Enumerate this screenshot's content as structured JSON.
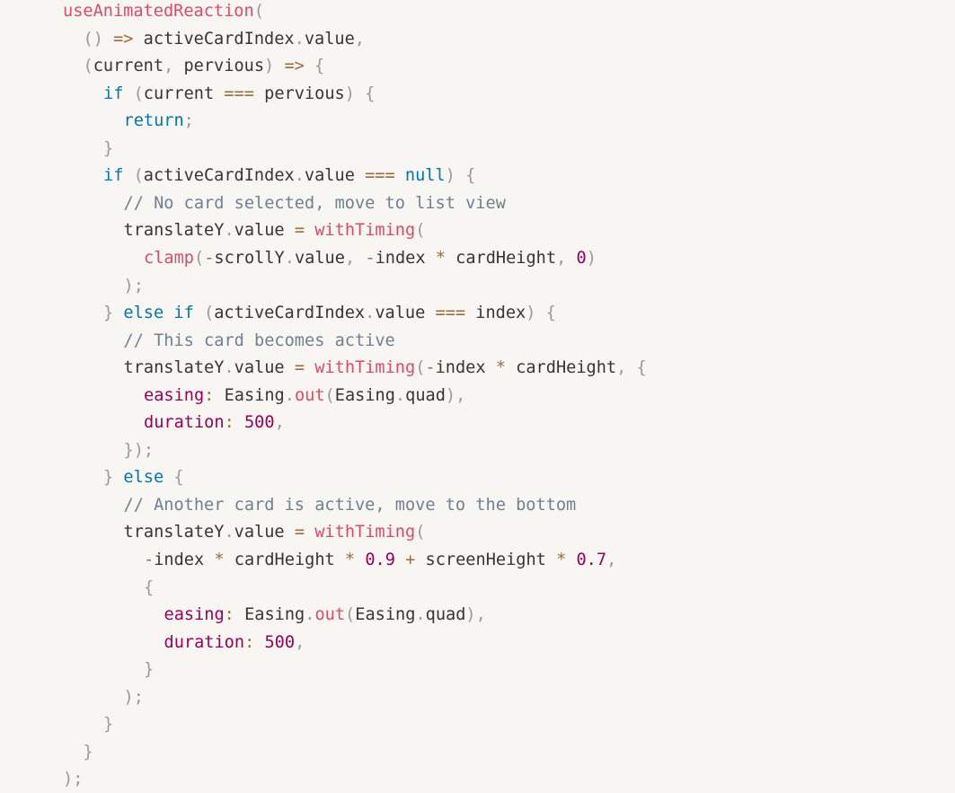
{
  "colors": {
    "background": "#f7f6f3",
    "text": "#37352f",
    "function": "#dd4a68",
    "punctuation": "#999999",
    "operator": "#9a6e3a",
    "keyword": "#0077aa",
    "number": "#990055",
    "property": "#990055",
    "comment": "#708090"
  },
  "code": {
    "lines": [
      {
        "indent": 0,
        "tokens": [
          [
            "func",
            "useAnimatedReaction"
          ],
          [
            "punc",
            "("
          ]
        ]
      },
      {
        "indent": 1,
        "tokens": [
          [
            "punc",
            "()"
          ],
          [
            "id",
            " "
          ],
          [
            "op",
            "=>"
          ],
          [
            "id",
            " activeCardIndex"
          ],
          [
            "punc",
            "."
          ],
          [
            "id",
            "value"
          ],
          [
            "punc",
            ","
          ]
        ]
      },
      {
        "indent": 1,
        "tokens": [
          [
            "punc",
            "("
          ],
          [
            "id",
            "current"
          ],
          [
            "punc",
            ","
          ],
          [
            "id",
            " pervious"
          ],
          [
            "punc",
            ")"
          ],
          [
            "id",
            " "
          ],
          [
            "op",
            "=>"
          ],
          [
            "id",
            " "
          ],
          [
            "punc",
            "{"
          ]
        ]
      },
      {
        "indent": 2,
        "tokens": [
          [
            "kw",
            "if"
          ],
          [
            "id",
            " "
          ],
          [
            "punc",
            "("
          ],
          [
            "id",
            "current "
          ],
          [
            "op",
            "==="
          ],
          [
            "id",
            " pervious"
          ],
          [
            "punc",
            ")"
          ],
          [
            "id",
            " "
          ],
          [
            "punc",
            "{"
          ]
        ]
      },
      {
        "indent": 3,
        "tokens": [
          [
            "kw",
            "return"
          ],
          [
            "punc",
            ";"
          ]
        ]
      },
      {
        "indent": 2,
        "tokens": [
          [
            "punc",
            "}"
          ]
        ]
      },
      {
        "indent": 2,
        "tokens": [
          [
            "kw",
            "if"
          ],
          [
            "id",
            " "
          ],
          [
            "punc",
            "("
          ],
          [
            "id",
            "activeCardIndex"
          ],
          [
            "punc",
            "."
          ],
          [
            "id",
            "value "
          ],
          [
            "op",
            "==="
          ],
          [
            "id",
            " "
          ],
          [
            "kw",
            "null"
          ],
          [
            "punc",
            ")"
          ],
          [
            "id",
            " "
          ],
          [
            "punc",
            "{"
          ]
        ]
      },
      {
        "indent": 3,
        "tokens": [
          [
            "com",
            "// No card selected, move to list view"
          ]
        ]
      },
      {
        "indent": 3,
        "tokens": [
          [
            "id",
            "translateY"
          ],
          [
            "punc",
            "."
          ],
          [
            "id",
            "value "
          ],
          [
            "op",
            "="
          ],
          [
            "id",
            " "
          ],
          [
            "func",
            "withTiming"
          ],
          [
            "punc",
            "("
          ]
        ]
      },
      {
        "indent": 4,
        "tokens": [
          [
            "func",
            "clamp"
          ],
          [
            "punc",
            "("
          ],
          [
            "op",
            "-"
          ],
          [
            "id",
            "scrollY"
          ],
          [
            "punc",
            "."
          ],
          [
            "id",
            "value"
          ],
          [
            "punc",
            ","
          ],
          [
            "id",
            " "
          ],
          [
            "op",
            "-"
          ],
          [
            "id",
            "index "
          ],
          [
            "op",
            "*"
          ],
          [
            "id",
            " cardHeight"
          ],
          [
            "punc",
            ","
          ],
          [
            "id",
            " "
          ],
          [
            "num",
            "0"
          ],
          [
            "punc",
            ")"
          ]
        ]
      },
      {
        "indent": 3,
        "tokens": [
          [
            "punc",
            ");"
          ]
        ]
      },
      {
        "indent": 2,
        "tokens": [
          [
            "punc",
            "}"
          ],
          [
            "id",
            " "
          ],
          [
            "kw",
            "else"
          ],
          [
            "id",
            " "
          ],
          [
            "kw",
            "if"
          ],
          [
            "id",
            " "
          ],
          [
            "punc",
            "("
          ],
          [
            "id",
            "activeCardIndex"
          ],
          [
            "punc",
            "."
          ],
          [
            "id",
            "value "
          ],
          [
            "op",
            "==="
          ],
          [
            "id",
            " index"
          ],
          [
            "punc",
            ")"
          ],
          [
            "id",
            " "
          ],
          [
            "punc",
            "{"
          ]
        ]
      },
      {
        "indent": 3,
        "tokens": [
          [
            "com",
            "// This card becomes active"
          ]
        ]
      },
      {
        "indent": 3,
        "tokens": [
          [
            "id",
            "translateY"
          ],
          [
            "punc",
            "."
          ],
          [
            "id",
            "value "
          ],
          [
            "op",
            "="
          ],
          [
            "id",
            " "
          ],
          [
            "func",
            "withTiming"
          ],
          [
            "punc",
            "("
          ],
          [
            "op",
            "-"
          ],
          [
            "id",
            "index "
          ],
          [
            "op",
            "*"
          ],
          [
            "id",
            " cardHeight"
          ],
          [
            "punc",
            ","
          ],
          [
            "id",
            " "
          ],
          [
            "punc",
            "{"
          ]
        ]
      },
      {
        "indent": 4,
        "tokens": [
          [
            "prop",
            "easing"
          ],
          [
            "op",
            ":"
          ],
          [
            "id",
            " Easing"
          ],
          [
            "punc",
            "."
          ],
          [
            "func",
            "out"
          ],
          [
            "punc",
            "("
          ],
          [
            "id",
            "Easing"
          ],
          [
            "punc",
            "."
          ],
          [
            "id",
            "quad"
          ],
          [
            "punc",
            "),"
          ]
        ]
      },
      {
        "indent": 4,
        "tokens": [
          [
            "prop",
            "duration"
          ],
          [
            "op",
            ":"
          ],
          [
            "id",
            " "
          ],
          [
            "num",
            "500"
          ],
          [
            "punc",
            ","
          ]
        ]
      },
      {
        "indent": 3,
        "tokens": [
          [
            "punc",
            "});"
          ]
        ]
      },
      {
        "indent": 2,
        "tokens": [
          [
            "punc",
            "}"
          ],
          [
            "id",
            " "
          ],
          [
            "kw",
            "else"
          ],
          [
            "id",
            " "
          ],
          [
            "punc",
            "{"
          ]
        ]
      },
      {
        "indent": 3,
        "tokens": [
          [
            "com",
            "// Another card is active, move to the bottom"
          ]
        ]
      },
      {
        "indent": 3,
        "tokens": [
          [
            "id",
            "translateY"
          ],
          [
            "punc",
            "."
          ],
          [
            "id",
            "value "
          ],
          [
            "op",
            "="
          ],
          [
            "id",
            " "
          ],
          [
            "func",
            "withTiming"
          ],
          [
            "punc",
            "("
          ]
        ]
      },
      {
        "indent": 4,
        "tokens": [
          [
            "op",
            "-"
          ],
          [
            "id",
            "index "
          ],
          [
            "op",
            "*"
          ],
          [
            "id",
            " cardHeight "
          ],
          [
            "op",
            "*"
          ],
          [
            "id",
            " "
          ],
          [
            "num",
            "0.9"
          ],
          [
            "id",
            " "
          ],
          [
            "op",
            "+"
          ],
          [
            "id",
            " screenHeight "
          ],
          [
            "op",
            "*"
          ],
          [
            "id",
            " "
          ],
          [
            "num",
            "0.7"
          ],
          [
            "punc",
            ","
          ]
        ]
      },
      {
        "indent": 4,
        "tokens": [
          [
            "punc",
            "{"
          ]
        ]
      },
      {
        "indent": 5,
        "tokens": [
          [
            "prop",
            "easing"
          ],
          [
            "op",
            ":"
          ],
          [
            "id",
            " Easing"
          ],
          [
            "punc",
            "."
          ],
          [
            "func",
            "out"
          ],
          [
            "punc",
            "("
          ],
          [
            "id",
            "Easing"
          ],
          [
            "punc",
            "."
          ],
          [
            "id",
            "quad"
          ],
          [
            "punc",
            "),"
          ]
        ]
      },
      {
        "indent": 5,
        "tokens": [
          [
            "prop",
            "duration"
          ],
          [
            "op",
            ":"
          ],
          [
            "id",
            " "
          ],
          [
            "num",
            "500"
          ],
          [
            "punc",
            ","
          ]
        ]
      },
      {
        "indent": 4,
        "tokens": [
          [
            "punc",
            "}"
          ]
        ]
      },
      {
        "indent": 3,
        "tokens": [
          [
            "punc",
            ");"
          ]
        ]
      },
      {
        "indent": 2,
        "tokens": [
          [
            "punc",
            "}"
          ]
        ]
      },
      {
        "indent": 1,
        "tokens": [
          [
            "punc",
            "}"
          ]
        ]
      },
      {
        "indent": 0,
        "tokens": [
          [
            "punc",
            ");"
          ]
        ]
      }
    ]
  }
}
